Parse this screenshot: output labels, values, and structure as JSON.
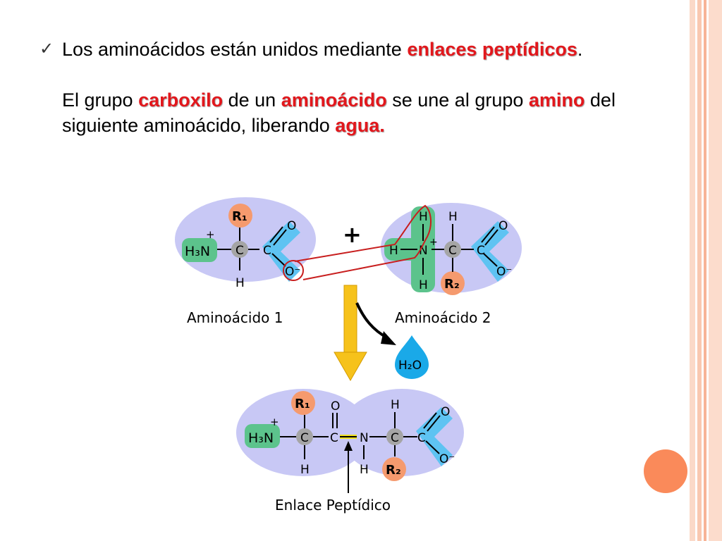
{
  "bullet": {
    "icon": "checkmark-icon",
    "before": "Los aminoácidos están unidos mediante ",
    "term": "enlaces peptídicos",
    "after": "."
  },
  "explanation": {
    "t1": "El grupo ",
    "k1": "carboxilo",
    "t2": " de un ",
    "k2": "aminoácido",
    "t3": " se une al grupo ",
    "k3": "amino",
    "t4": " del siguiente aminoácido, liberando ",
    "k4": "agua."
  },
  "diagram": {
    "plus": "+",
    "aa1_label": "Aminoácido 1",
    "aa2_label": "Aminoácido 2",
    "bond_label": "Enlace Peptídico",
    "atoms": {
      "C": "C",
      "N": "N",
      "H": "H",
      "O": "O",
      "O_minus": "O⁻",
      "H3N": "H₃N",
      "plus_charge": "+",
      "R1": "R₁",
      "R2": "R₂",
      "water": "H₂O"
    }
  },
  "colors": {
    "highlight": "#e2171c",
    "molecule_bg": "#c8c8f5",
    "amino_group": "#5cc38c",
    "carboxyl_group": "#5ec3f2",
    "r_group": "#f59a6e",
    "carbon_atom": "#a5a5a5",
    "arrow_yellow": "#f6c21b",
    "water": "#1aa9e8",
    "bond_highlight": "#f0e020",
    "accent_orb": "#fa8a5a"
  }
}
